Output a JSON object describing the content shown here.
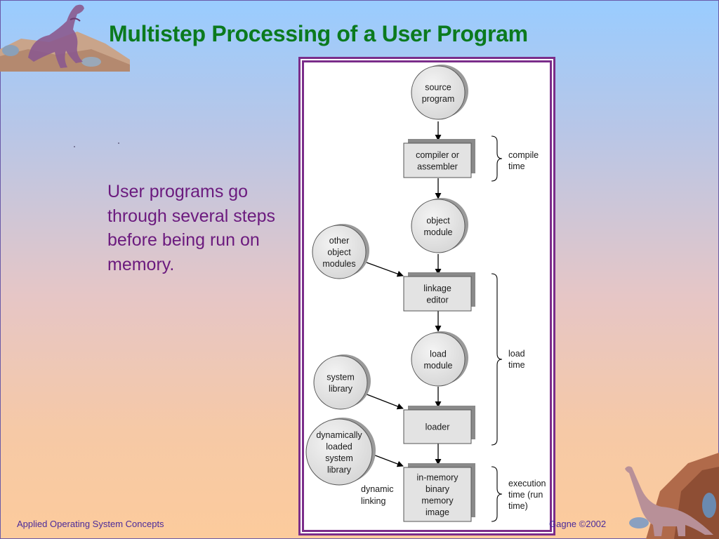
{
  "slide": {
    "title": "Multistep Processing of a User Program",
    "body": "User programs go through several steps before being run on memory.",
    "footer_left": "Applied Operating System Concepts",
    "footer_right": "Gagne ©2002"
  },
  "diagram": {
    "nodes": [
      {
        "id": "source",
        "kind": "circle",
        "lines": [
          "source",
          "program"
        ]
      },
      {
        "id": "compiler",
        "kind": "box",
        "lines": [
          "compiler or",
          "assembler"
        ]
      },
      {
        "id": "object",
        "kind": "circle",
        "lines": [
          "object",
          "module"
        ]
      },
      {
        "id": "other",
        "kind": "circle",
        "lines": [
          "other",
          "object",
          "modules"
        ]
      },
      {
        "id": "linkage",
        "kind": "box",
        "lines": [
          "linkage",
          "editor"
        ]
      },
      {
        "id": "load",
        "kind": "circle",
        "lines": [
          "load",
          "module"
        ]
      },
      {
        "id": "syslib",
        "kind": "circle",
        "lines": [
          "system",
          "library"
        ]
      },
      {
        "id": "loader",
        "kind": "box",
        "lines": [
          "loader"
        ]
      },
      {
        "id": "dynlib",
        "kind": "circle",
        "lines": [
          "dynamically",
          "loaded",
          "system",
          "library"
        ]
      },
      {
        "id": "inmem",
        "kind": "box",
        "lines": [
          "in-memory",
          "binary",
          "memory",
          "image"
        ]
      }
    ],
    "edge_labels": {
      "dynamic": [
        "dynamic",
        "linking"
      ]
    },
    "phases": [
      {
        "id": "compile",
        "lines": [
          "compile",
          "time"
        ]
      },
      {
        "id": "load",
        "lines": [
          "load",
          "time"
        ]
      },
      {
        "id": "execution",
        "lines": [
          "execution",
          "time  (run",
          "time)"
        ]
      }
    ]
  }
}
